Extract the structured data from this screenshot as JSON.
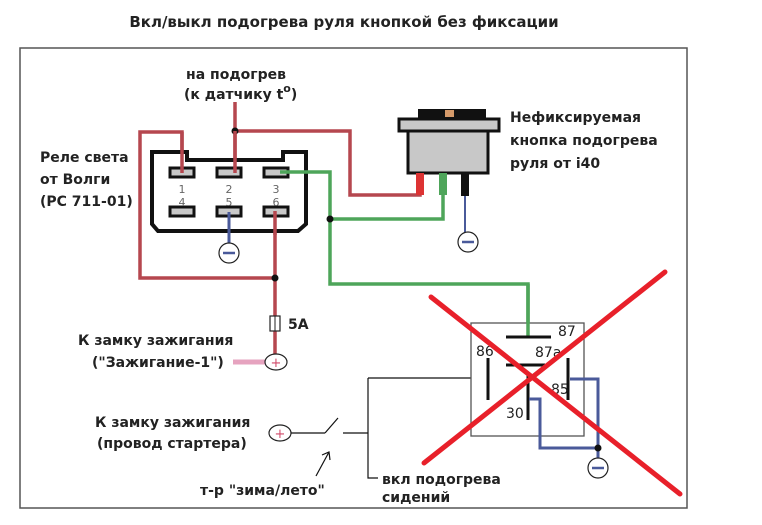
{
  "title": "Вкл/выкл подогрева руля кнопкой без фиксации",
  "colors": {
    "red_wire": "#b5474f",
    "green_wire": "#4ea55a",
    "blue_wire": "#4a5a9a",
    "pink_wire": "#e6a3bf",
    "cross": "#e8202a",
    "button_body": "#c8c8c8",
    "frame": "#555555"
  },
  "labels": {
    "heater_line1": "на подогрев",
    "heater_line2": "(к датчику  t",
    "heater_degree": "o",
    "heater_close": ")",
    "relay_light_line1": "Реле света",
    "relay_light_line2": "от Волги",
    "relay_light_line3": "(РС 711-01)",
    "button_line1": "Нефиксируемая",
    "button_line2": "кнопка подогрева",
    "button_line3": "руля от i40",
    "fuse": "5А",
    "ign1_line1": "К замку зажигания",
    "ign1_line2": "(\"Зажигание-1\")",
    "ign2_line1": "К замку зажигания",
    "ign2_line2": "(провод  стартера)",
    "switch_label": "т-р \"зима/лето\"",
    "seat_line1": "вкл подогрева",
    "seat_line2": "сидений"
  },
  "relay_pins": [
    "1",
    "2",
    "3",
    "4",
    "5",
    "6"
  ],
  "auto_relay_pins": {
    "p87": "87",
    "p87a": "87a",
    "p86": "86",
    "p85": "85",
    "p30": "30"
  },
  "terminals": {
    "plus": "+",
    "minus": "−"
  }
}
